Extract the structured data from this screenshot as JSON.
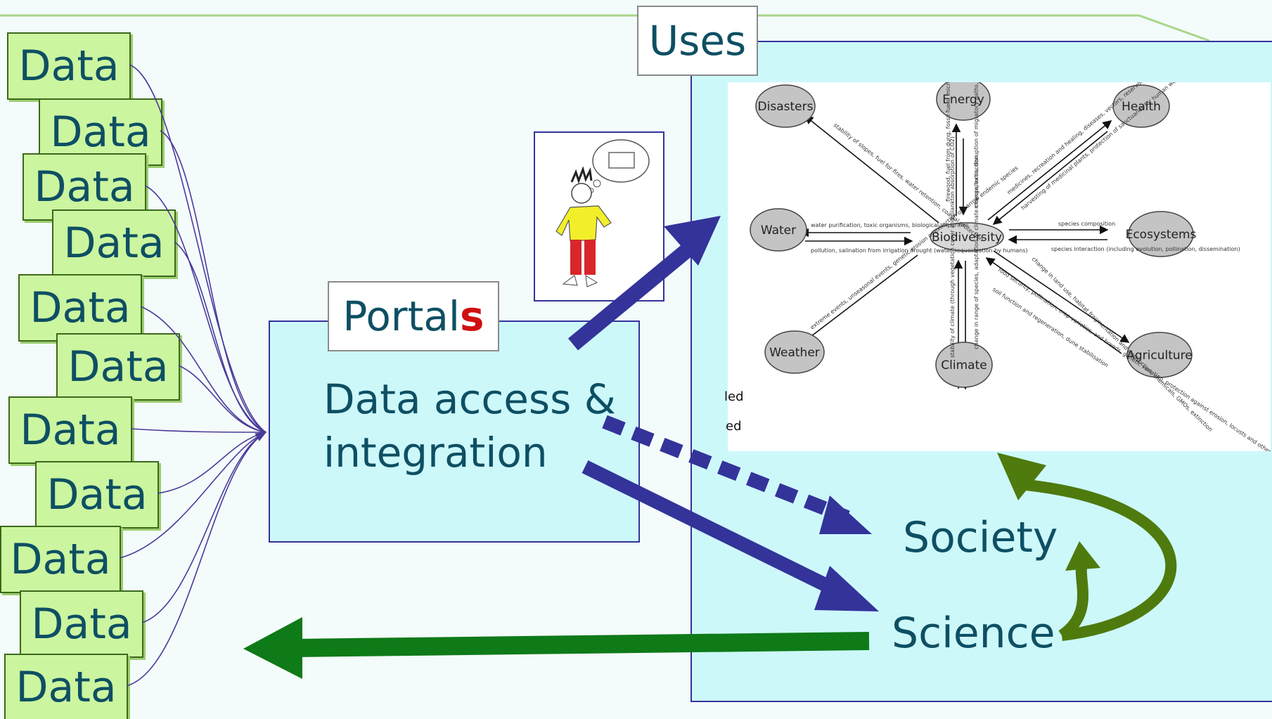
{
  "data_sources": {
    "label": "Data",
    "items": [
      "Data",
      "Data",
      "Data",
      "Data",
      "Data",
      "Data",
      "Data",
      "Data",
      "Data",
      "Data",
      "Data"
    ]
  },
  "portals": {
    "title_main": "Portal",
    "title_suffix": "s",
    "description_line1": "Data access &",
    "description_line2": "integration"
  },
  "uses": {
    "title": "Uses",
    "society": "Society",
    "science": "Science"
  },
  "biodiversity_diagram": {
    "center": "Biodiversity",
    "nodes": {
      "disasters": "Disasters",
      "energy": "Energy",
      "health": "Health",
      "water": "Water",
      "ecosystems": "Ecosystems",
      "weather": "Weather",
      "climate": "Climate",
      "agriculture": "Agriculture"
    },
    "links": {
      "disasters": "stability of slopes, fuel for fires, water retention, coastal protection",
      "energy_up": "firewood, fuel from dung, fossil fuels, microbial fuels, provision of biomass",
      "energy_down": "monocultures, disruption of migratory paths, habitat destruction and fragmentation, transport of invasive spp",
      "health": "medicines, recreation and healing, diseases, vectors, reservoirs, biological invasions, microbial mutations, resistance, food hygiene",
      "health_2": "harvesting of medicinal plants, protection of sanctuaries for human well-being, eradication campaigns vectors and habitat destruction",
      "water_1": "water purification, toxic organisms, biological impurities",
      "water_2": "pollution, salination from irrigation drought (water sequestration by humans)",
      "ecosystems_1": "species composition",
      "ecosystems_2": "species interaction (including evolution, pollination, dissemination)",
      "weather": "extreme events, unseasonal events, genetic erosion or extinction of narrow endemic species",
      "climate_1": "stability of climate (through vegetation cover and plankton absorption of CO2)",
      "climate_2": "change in range of species, adaptation to climate change, extinction",
      "agriculture_1": "food security, pollination, crop varieties, and breeds, genetic variation, protection against erosion, locusts and other pests",
      "agriculture_2": "change in land use, habitat fragmentation and destruction, chemicals, GMOs, extinction",
      "agriculture_3": "soil function and regeneration, dune stabilisation"
    },
    "left_fragments": [
      "led",
      "ed"
    ]
  },
  "colors": {
    "data_fill": "#ccf5a0",
    "panel_fill": "#cdf8fa",
    "text": "#0e4f63",
    "blue_arrow": "#33339a",
    "green_arrow": "#0e7a18",
    "olive_arrow": "#4e7a0e",
    "connector": "#4a3a9a"
  }
}
